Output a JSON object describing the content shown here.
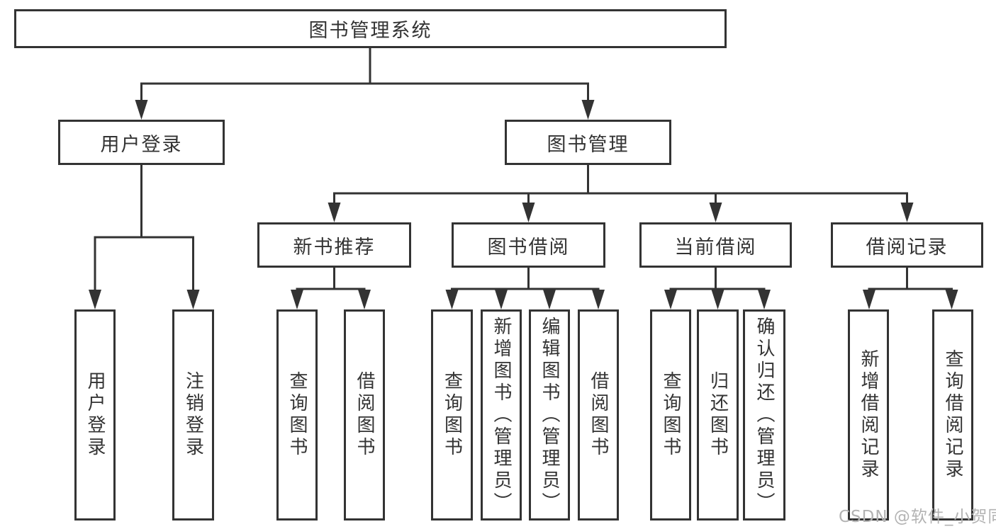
{
  "diagram": {
    "type": "hierarchy-tree",
    "tree": {
      "label": "图书管理系统",
      "children": [
        {
          "label": "用户登录",
          "children": [
            {
              "label": "用户登录"
            },
            {
              "label": "注销登录"
            }
          ]
        },
        {
          "label": "图书管理",
          "children": [
            {
              "label": "新书推荐",
              "children": [
                {
                  "label": "查询图书"
                },
                {
                  "label": "借阅图书"
                }
              ]
            },
            {
              "label": "图书借阅",
              "children": [
                {
                  "label": "查询图书"
                },
                {
                  "label": "新增图书（管理员）"
                },
                {
                  "label": "编辑图书（管理员）"
                },
                {
                  "label": "借阅图书"
                }
              ]
            },
            {
              "label": "当前借阅",
              "children": [
                {
                  "label": "查询图书"
                },
                {
                  "label": "归还图书"
                },
                {
                  "label": "确认归还（管理员）"
                }
              ]
            },
            {
              "label": "借阅记录",
              "children": [
                {
                  "label": "新增借阅记录"
                },
                {
                  "label": "查询借阅记录"
                }
              ]
            }
          ]
        }
      ]
    },
    "colors": {
      "line": "#333333",
      "text": "#333333",
      "box_background": "#ffffff",
      "watermark": "#b3b3b3",
      "background": "#ffffff"
    }
  },
  "watermark": {
    "text": "CSDN @软件_小贺同学"
  }
}
